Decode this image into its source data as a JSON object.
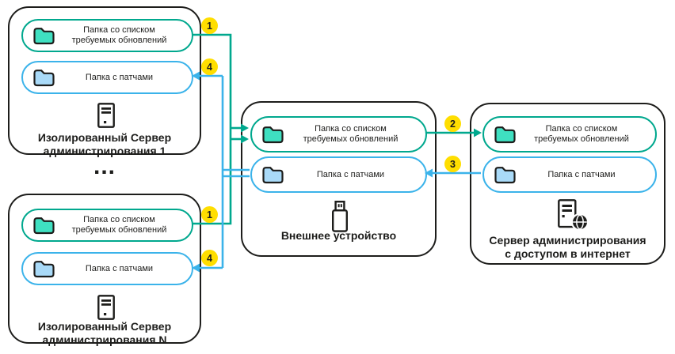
{
  "palette": {
    "green": "#00A88E",
    "blue": "#3BB3EA",
    "folder_green_fill": "#3FE0C1",
    "folder_blue_fill": "#A9DAF8",
    "badge_yellow": "#FFDE00",
    "ink": "#1D1D1B"
  },
  "pills": {
    "updates_line1": "Папка со списком",
    "updates_line2": "требуемых обновлений",
    "patches": "Папка с патчами"
  },
  "nodes": {
    "server1": {
      "title_line1": "Изолированный Сервер",
      "title_line2": "администрирования 1"
    },
    "serverN": {
      "title_line1": "Изолированный Сервер",
      "title_line2": "администрирования N"
    },
    "external": {
      "title": "Внешнее устройство"
    },
    "internet": {
      "title_line1": "Сервер администрирования",
      "title_line2": "с доступом в интернет"
    }
  },
  "badges": {
    "step1": "1",
    "step2": "2",
    "step3": "3",
    "step4": "4"
  },
  "ellipsis": "..."
}
